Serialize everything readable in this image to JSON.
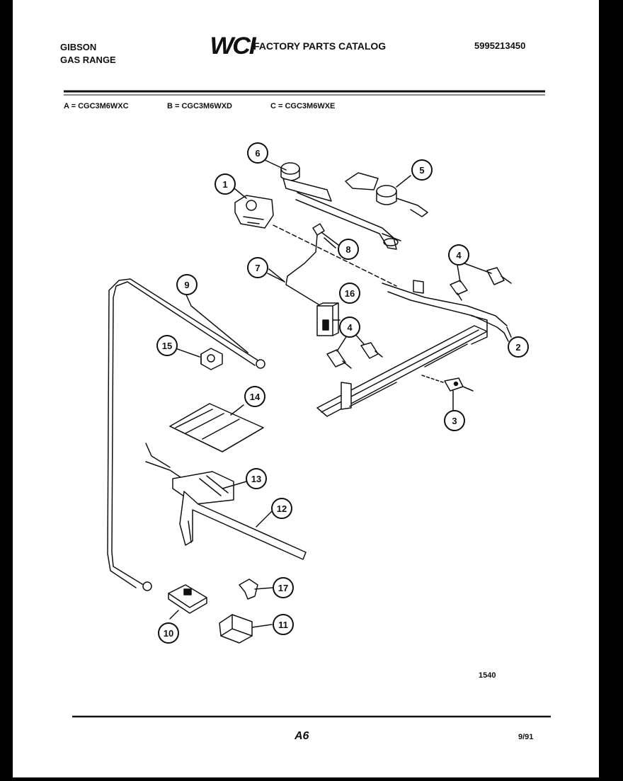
{
  "header": {
    "brand_line1": "GIBSON",
    "brand_line2": "GAS RANGE",
    "logo": "WCI",
    "catalog_title": "FACTORY PARTS CATALOG",
    "catalog_number": "5995213450"
  },
  "models": [
    "A = CGC3M6WXC",
    "B = CGC3M6WXD",
    "C = CGC3M6WXE"
  ],
  "callouts": [
    "1",
    "2",
    "3",
    "4",
    "4",
    "5",
    "6",
    "7",
    "8",
    "9",
    "10",
    "11",
    "12",
    "13",
    "14",
    "15",
    "16",
    "17"
  ],
  "footer": {
    "figure_number": "1540",
    "page_number": "A6",
    "date": "9/91"
  }
}
